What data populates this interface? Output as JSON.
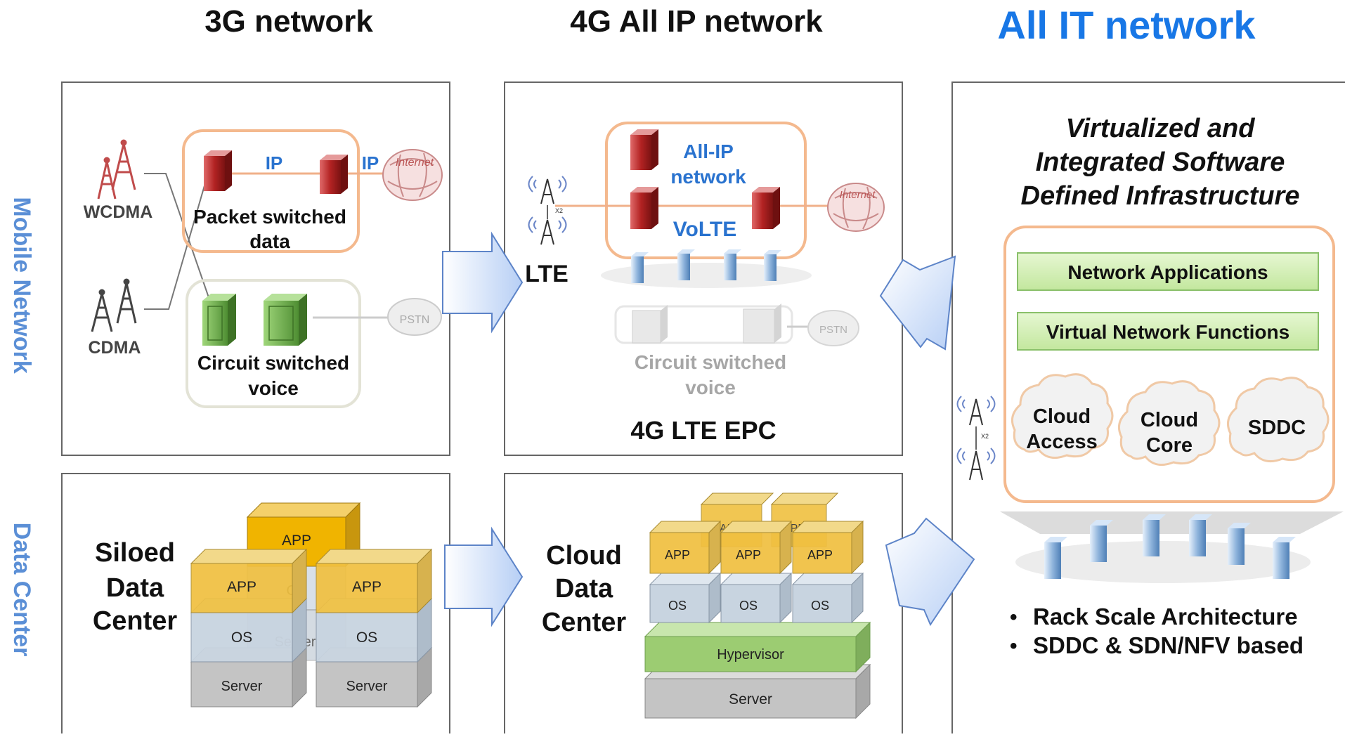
{
  "headers": {
    "col1": "3G network",
    "col2": "4G All IP network",
    "col3": "All IT network"
  },
  "row_labels": {
    "mobile": "Mobile Network",
    "datacenter": "Data Center"
  },
  "panel_3g_mobile": {
    "wcdma": "WCDMA",
    "cdma": "CDMA",
    "ip1": "IP",
    "ip2": "IP",
    "packet_line1": "Packet switched",
    "packet_line2": "data",
    "circuit_line1": "Circuit switched",
    "circuit_line2": "voice",
    "internet": "Internet",
    "pstn": "PSTN"
  },
  "panel_4g_mobile": {
    "allip_line1": "All-IP",
    "allip_line2": "network",
    "volte": "VoLTE",
    "lte": "LTE",
    "x2": "X2",
    "internet": "Internet",
    "pstn": "PSTN",
    "circuit_line1": "Circuit switched",
    "circuit_line2": "voice",
    "epc": "4G LTE EPC"
  },
  "panel_all_it": {
    "title_line1": "Virtualized and",
    "title_line2": "Integrated Software",
    "title_line3": "Defined Infrastructure",
    "network_applications": "Network Applications",
    "vnf": "Virtual Network Functions",
    "cloud_access_line1": "Cloud",
    "cloud_access_line2": "Access",
    "cloud_core_line1": "Cloud",
    "cloud_core_line2": "Core",
    "sddc": "SDDC",
    "x2": "X2",
    "bullet1": "Rack Scale Architecture",
    "bullet2": "SDDC & SDN/NFV based"
  },
  "panel_3g_dc": {
    "label_line1": "Siloed",
    "label_line2": "Data",
    "label_line3": "Center",
    "app_top": "APP",
    "app_left": "APP",
    "app_right": "APP",
    "os_back": "OS",
    "server_back": "Server",
    "os_left": "OS",
    "os_right": "OS",
    "server_left": "Server",
    "server_right": "Server"
  },
  "panel_4g_dc": {
    "label_line1": "Cloud",
    "label_line2": "Data",
    "label_line3": "Center",
    "app_back1": "APP",
    "app_back2": "APP",
    "app1": "APP",
    "app2": "APP",
    "app3": "APP",
    "os1": "OS",
    "os2": "OS",
    "os3": "OS",
    "hypervisor": "Hypervisor",
    "server": "Server"
  },
  "colors": {
    "header_blue": "#1877e6",
    "row_label_blue": "#5b8fd6",
    "ip_blue": "#2a73cf",
    "app_orange": "#f0c040",
    "os_gray_blue": "#c8d4e0",
    "server_gray": "#c4c4c4",
    "hypervisor_green": "#9ccc72",
    "bar_green": "#d2efb4",
    "frame_orange": "#f4b98e",
    "server_red": "#b02a2a",
    "voice_green": "#5ea040"
  }
}
